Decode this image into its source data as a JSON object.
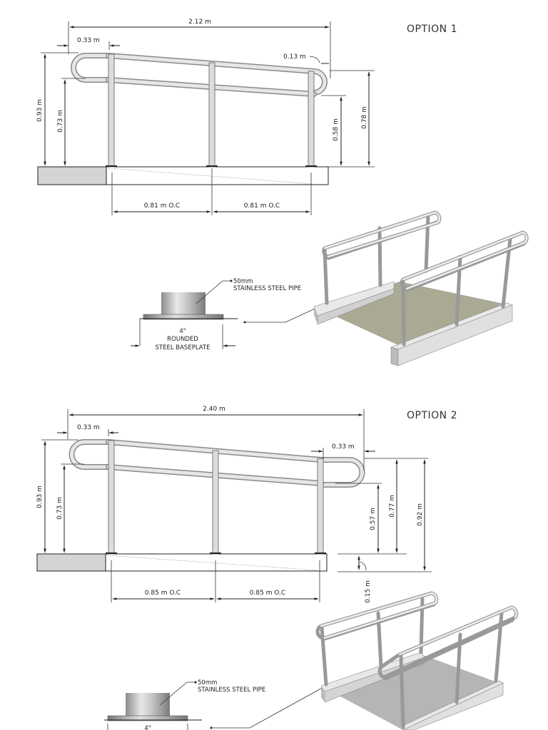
{
  "options": [
    {
      "title": "OPTION 1",
      "elevation": {
        "overall_length": "2.12 m",
        "left_extension": "0.33 m",
        "right_extension": "0.13 m",
        "left_top_height": "0.93 m",
        "left_mid_height": "0.73 m",
        "right_mid_height": "0.58 m",
        "right_top_height": "0.78 m",
        "post_spacing_1": "0.81 m O.C",
        "post_spacing_2": "0.81 m O.C"
      },
      "detail": {
        "pipe_size": "50mm",
        "pipe_material": "STAINLESS STEEL PIPE",
        "baseplate_size": "4\"",
        "baseplate_line1": "ROUNDED",
        "baseplate_line2": "STEEL BASEPLATE"
      },
      "perspective": {
        "deck_color": "#a9a994"
      }
    },
    {
      "title": "OPTION 2",
      "elevation": {
        "overall_length": "2.40 m",
        "left_extension": "0.33 m",
        "right_extension": "0.33 m",
        "left_top_height": "0.93 m",
        "left_mid_height": "0.73 m",
        "right_mid_height": "0.57 m",
        "right_top_height": "0.77 m",
        "right_total_height": "0.92 m",
        "curb_height": "0.15 m",
        "post_spacing_1": "0.85 m O.C",
        "post_spacing_2": "0.85 m O.C"
      },
      "detail": {
        "pipe_size": "50mm",
        "pipe_material": "STAINLESS STEEL PIPE",
        "baseplate_size": "4\""
      },
      "perspective": {
        "deck_color": "#b5b5b5"
      }
    }
  ]
}
